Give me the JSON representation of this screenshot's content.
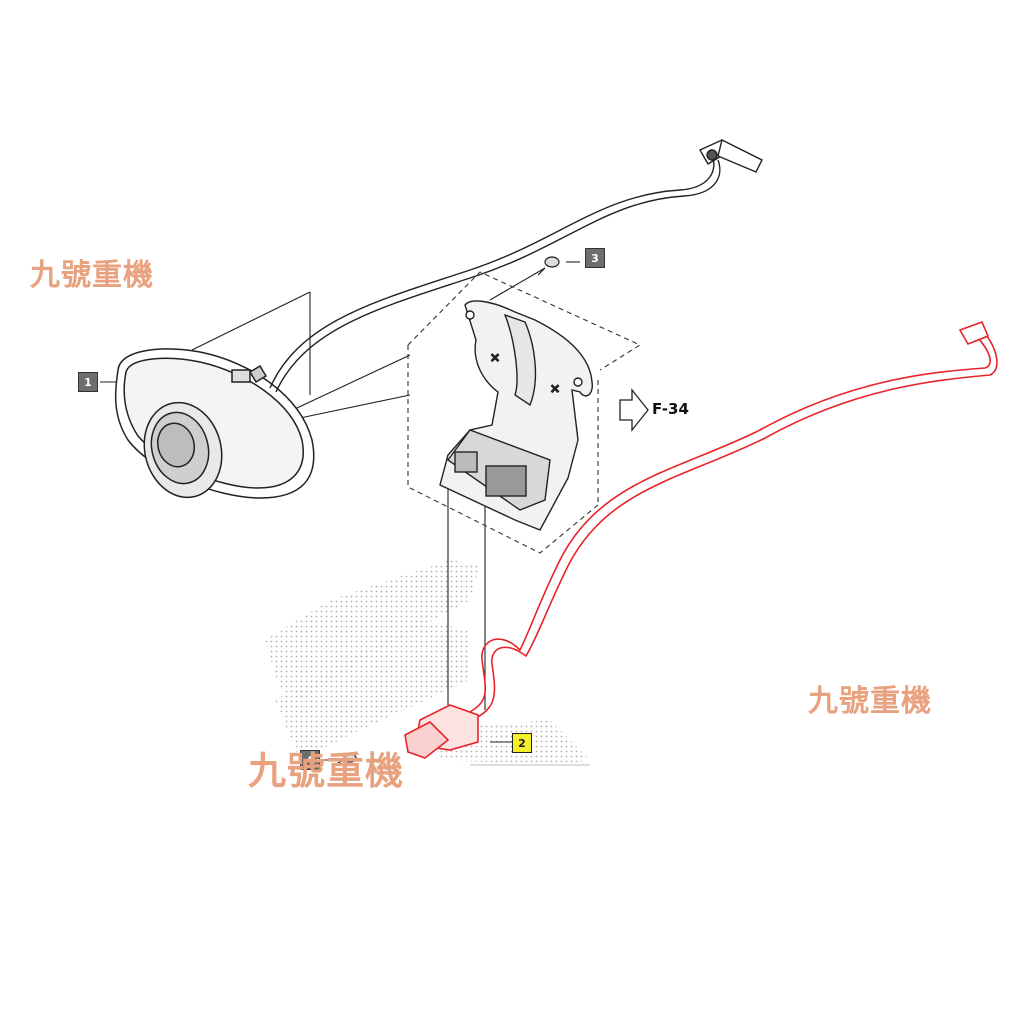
{
  "watermarks": [
    "九號重機",
    "九號重機",
    "九號重機"
  ],
  "callouts": [
    {
      "label": "1",
      "color": "#6e6e6e"
    },
    {
      "label": "2",
      "color": "#f6ef2a"
    },
    {
      "label": "3",
      "color": "#6e6e6e"
    },
    {
      "label": "4",
      "color": "#6e6e6e"
    }
  ],
  "reference": {
    "label": "F-34",
    "icon": "arrow-right-icon"
  },
  "highlight_color": "#e8242a",
  "line_color": "#222222"
}
